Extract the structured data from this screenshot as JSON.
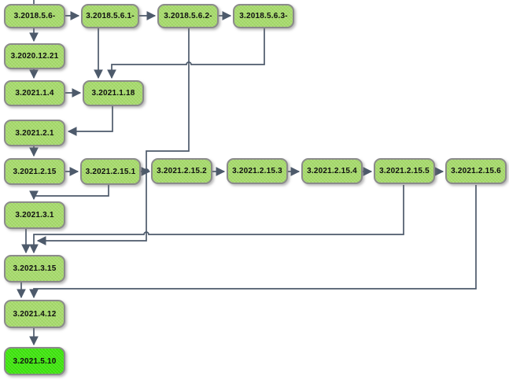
{
  "diagram": {
    "type": "version-graph",
    "colors": {
      "node_fill": "#a6da6b",
      "node_border": "#8b8b8b",
      "highlight_fill": "#3fe60e",
      "edge": "#4d5a6b",
      "text": "#101010",
      "background": "#ffffff"
    },
    "nodes": [
      {
        "label": "3.2018.5.6-",
        "highlight": false
      },
      {
        "label": "3.2018.5.6.1-",
        "highlight": false
      },
      {
        "label": "3.2018.5.6.2-",
        "highlight": false
      },
      {
        "label": "3.2018.5.6.3-",
        "highlight": false
      },
      {
        "label": "3.2020.12.21",
        "highlight": false
      },
      {
        "label": "3.2021.1.4",
        "highlight": false
      },
      {
        "label": "3.2021.1.18",
        "highlight": false
      },
      {
        "label": "3.2021.2.1",
        "highlight": false
      },
      {
        "label": "3.2021.2.15",
        "highlight": false
      },
      {
        "label": "3.2021.2.15.1",
        "highlight": false
      },
      {
        "label": "3.2021.2.15.2",
        "highlight": false
      },
      {
        "label": "3.2021.2.15.3",
        "highlight": false
      },
      {
        "label": "3.2021.2.15.4",
        "highlight": false
      },
      {
        "label": "3.2021.2.15.5",
        "highlight": false
      },
      {
        "label": "3.2021.2.15.6",
        "highlight": false
      },
      {
        "label": "3.2021.3.1",
        "highlight": false
      },
      {
        "label": "3.2021.3.15",
        "highlight": false
      },
      {
        "label": "3.2021.4.12",
        "highlight": false
      },
      {
        "label": "3.2021.5.10",
        "highlight": true
      }
    ],
    "edges": [
      {
        "from": "3.2018.5.6-",
        "to": "3.2018.5.6.1-"
      },
      {
        "from": "3.2018.5.6.1-",
        "to": "3.2018.5.6.2-"
      },
      {
        "from": "3.2018.5.6.2-",
        "to": "3.2018.5.6.3-"
      },
      {
        "from": "3.2018.5.6-",
        "to": "3.2020.12.21"
      },
      {
        "from": "3.2020.12.21",
        "to": "3.2021.1.4"
      },
      {
        "from": "3.2021.1.4",
        "to": "3.2021.1.18"
      },
      {
        "from": "3.2018.5.6.1-",
        "to": "3.2021.1.18"
      },
      {
        "from": "3.2018.5.6.3-",
        "to": "3.2021.1.18"
      },
      {
        "from": "3.2021.1.18",
        "to": "3.2021.2.1"
      },
      {
        "from": "3.2021.2.1",
        "to": "3.2021.2.15"
      },
      {
        "from": "3.2021.2.15",
        "to": "3.2021.2.15.1"
      },
      {
        "from": "3.2021.2.15.1",
        "to": "3.2021.2.15.2"
      },
      {
        "from": "3.2021.2.15.2",
        "to": "3.2021.2.15.3"
      },
      {
        "from": "3.2021.2.15.3",
        "to": "3.2021.2.15.4"
      },
      {
        "from": "3.2021.2.15.4",
        "to": "3.2021.2.15.5"
      },
      {
        "from": "3.2021.2.15.5",
        "to": "3.2021.2.15.6"
      },
      {
        "from": "3.2021.2.15.1",
        "to": "3.2021.3.1"
      },
      {
        "from": "3.2021.3.1",
        "to": "3.2021.3.15"
      },
      {
        "from": "3.2021.2.15.5",
        "to": "3.2021.3.15"
      },
      {
        "from": "3.2018.5.6.2-",
        "to": "3.2021.3.15"
      },
      {
        "from": "3.2021.3.15",
        "to": "3.2021.4.12"
      },
      {
        "from": "3.2021.2.15.6",
        "to": "3.2021.4.12"
      },
      {
        "from": "3.2021.4.12",
        "to": "3.2021.5.10"
      }
    ]
  }
}
